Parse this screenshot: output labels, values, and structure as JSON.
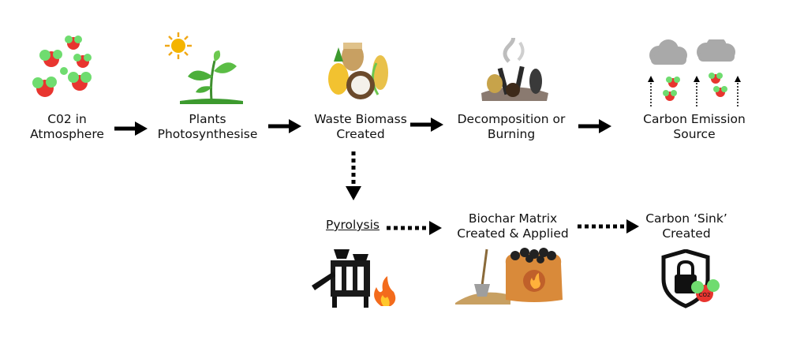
{
  "top_row": [
    {
      "line1": "C02 in",
      "line2": "Atmosphere"
    },
    {
      "line1": "Plants",
      "line2": "Photosynthesise"
    },
    {
      "line1": "Waste Biomass",
      "line2": "Created"
    },
    {
      "line1": "Decomposition or",
      "line2": "Burning"
    },
    {
      "line1": "Carbon Emission",
      "line2": "Source"
    }
  ],
  "bottom_row": [
    {
      "line1": "Pyrolysis"
    },
    {
      "line1": "Biochar Matrix",
      "line2": "Created & Applied"
    },
    {
      "line1": "Carbon ‘Sink’",
      "line2": "Created"
    }
  ],
  "molecule_label": "CO2",
  "colors": {
    "co2_red": "#e8352f",
    "co2_green": "#6fdc6f",
    "arrow": "#000000",
    "cloud": "#a9a9a9",
    "soil": "#c8a062",
    "sack": "#d98a3a",
    "fire": "#f36b1c"
  }
}
